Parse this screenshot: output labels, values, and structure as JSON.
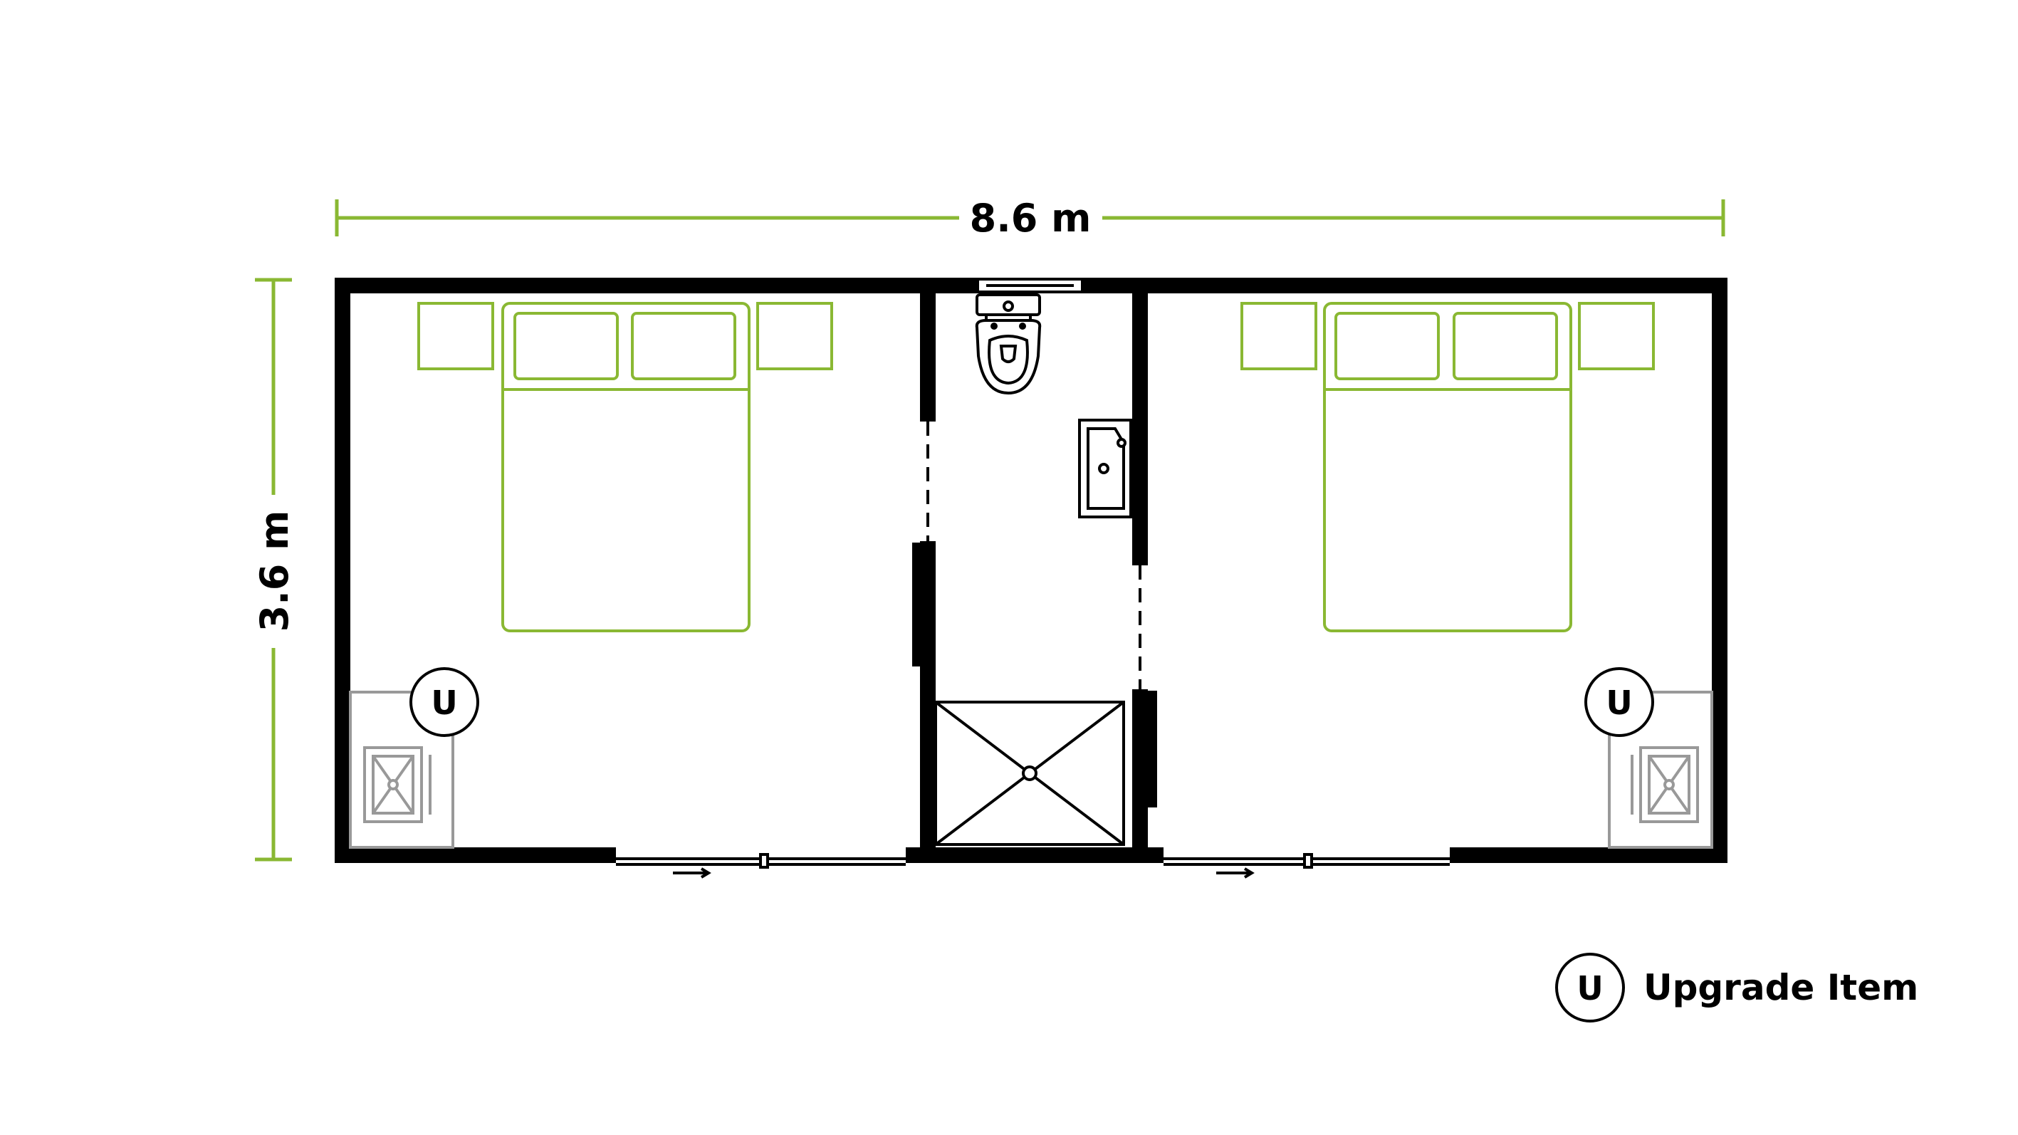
{
  "dimensions": {
    "width_label": "8.6 m",
    "height_label": "3.6 m"
  },
  "upgrade_badges": [
    {
      "letter": "U"
    },
    {
      "letter": "U"
    }
  ],
  "legend": {
    "symbol_letter": "U",
    "label": "Upgrade Item"
  },
  "colors": {
    "walls": "#000000",
    "furniture": "#8ab833",
    "fixtures": "#000000",
    "upgrade_fixture": "#999999",
    "dimension_lines": "#8ab833"
  }
}
